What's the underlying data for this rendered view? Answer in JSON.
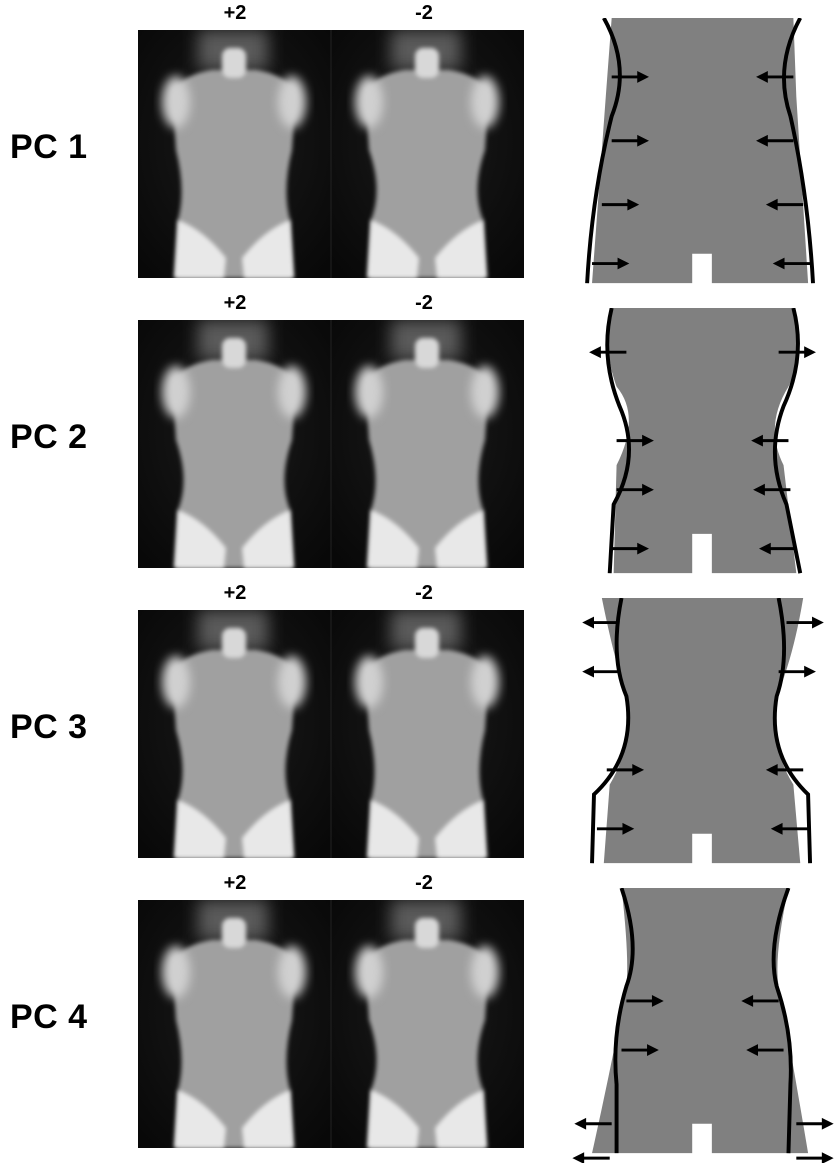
{
  "columns": {
    "left": "+2",
    "right": "-2"
  },
  "components": [
    {
      "label": "PC 1",
      "type": "waist_shift"
    },
    {
      "label": "PC 2",
      "type": "bust_expand"
    },
    {
      "label": "PC 3",
      "type": "waist_curve"
    },
    {
      "label": "PC 4",
      "type": "hip_expand"
    }
  ],
  "colors": {
    "silhouette": "#808080",
    "photo_bg": "#0a0a0a",
    "body": "#9a9a9a",
    "legs": "#e6e6e6",
    "outline": "#000000"
  }
}
